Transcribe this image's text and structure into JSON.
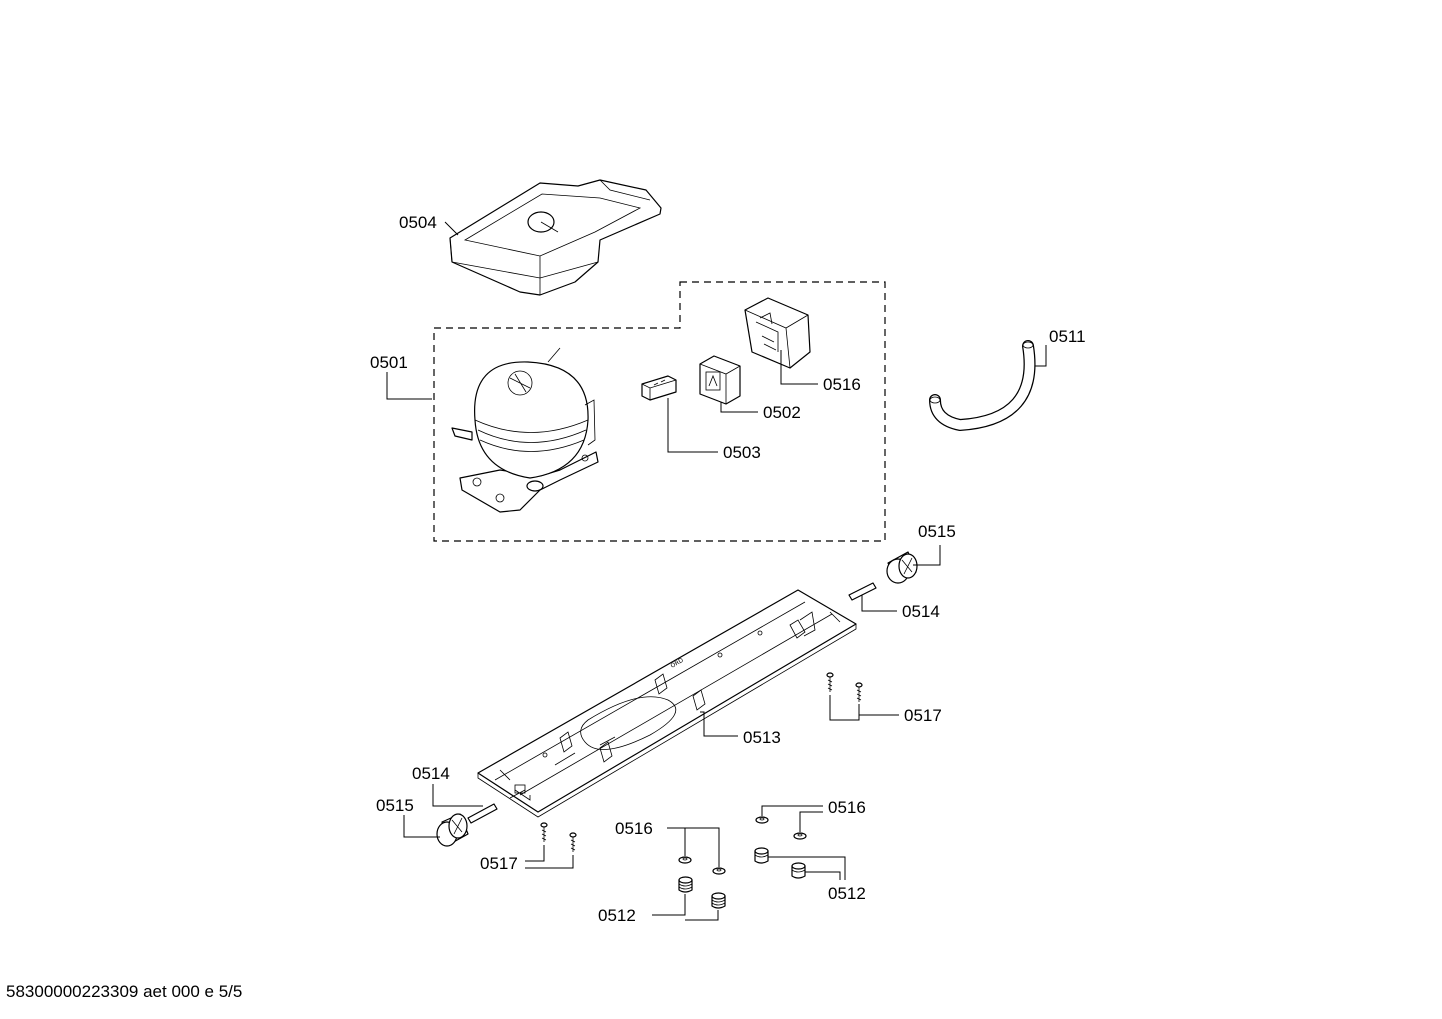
{
  "labels": {
    "l0504": "0504",
    "l0501": "0501",
    "l0511": "0511",
    "l0516_a": "0516",
    "l0502": "0502",
    "l0503": "0503",
    "l0515_a": "0515",
    "l0514_a": "0514",
    "l0517_a": "0517",
    "l0513": "0513",
    "l0514_b": "0514",
    "l0515_b": "0515",
    "l0516_b": "0516",
    "l0516_c": "0516",
    "l0517_b": "0517",
    "l0512_a": "0512",
    "l0512_b": "0512"
  },
  "footer": "58300000223309 aet 000 e 5/5"
}
